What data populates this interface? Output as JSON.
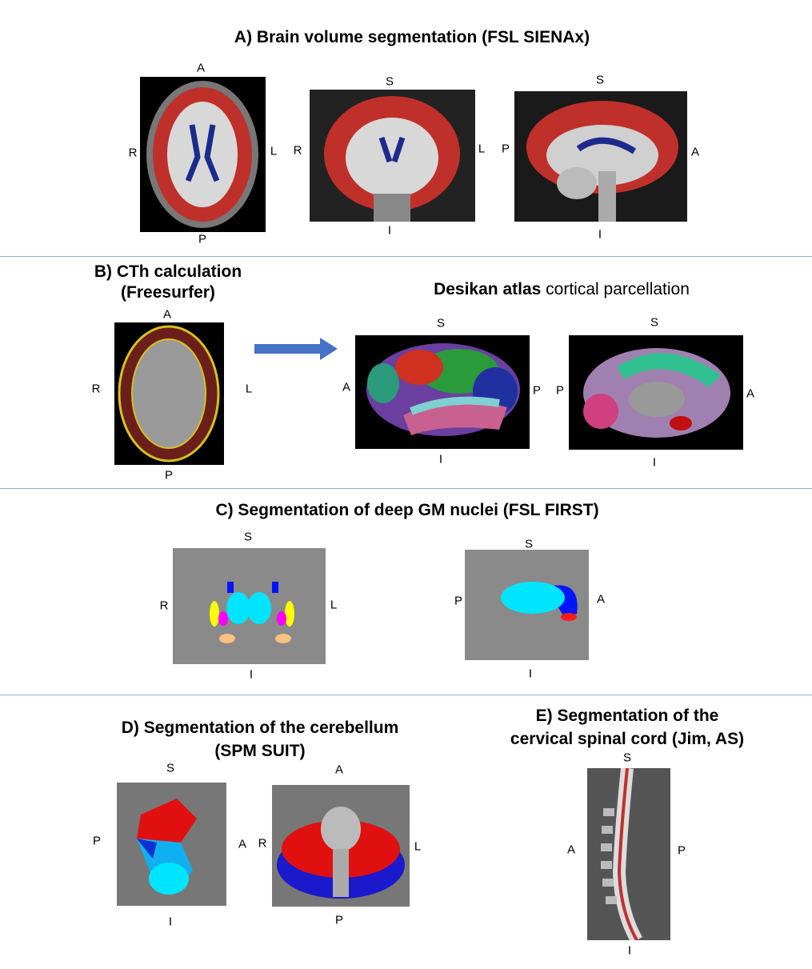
{
  "sections": {
    "a": {
      "title": "A) Brain volume segmentation (FSL SIENAx)",
      "axial": {
        "top": "A",
        "left": "R",
        "right": "L",
        "bottom": "P"
      },
      "coronal": {
        "top": "S",
        "left": "R",
        "right": "L",
        "bottom": "I"
      },
      "sagittal": {
        "top": "S",
        "left": "P",
        "right": "A",
        "bottom": "I"
      }
    },
    "b": {
      "title_line1": "B) CTh calculation",
      "title_line2": "(Freesurfer)",
      "axial": {
        "top": "A",
        "left": "R",
        "right": "L",
        "bottom": "P"
      },
      "atlas_title_bold": "Desikan atlas",
      "atlas_title_rest": " cortical parcellation",
      "lateral": {
        "top": "S",
        "left": "A",
        "right": "P",
        "bottom": "I"
      },
      "medial": {
        "top": "S",
        "left": "P",
        "right": "A",
        "bottom": "I"
      }
    },
    "c": {
      "title": "C) Segmentation of deep GM nuclei (FSL FIRST)",
      "coronal": {
        "top": "S",
        "left": "R",
        "right": "L",
        "bottom": "I"
      },
      "sagittal": {
        "top": "S",
        "left": "P",
        "right": "A",
        "bottom": "I"
      }
    },
    "d": {
      "title_line1": "D) Segmentation of the cerebellum",
      "title_line2": "(SPM SUIT)",
      "sagittal": {
        "top": "S",
        "left": "P",
        "right": "A",
        "bottom": "I"
      },
      "axial": {
        "top": "A",
        "left": "R",
        "right": "L",
        "bottom": "P"
      }
    },
    "e": {
      "title_line1": "E) Segmentation of the",
      "title_line2": "cervical spinal cord (Jim, AS)",
      "sagittal": {
        "top": "S",
        "left": "A",
        "right": "P",
        "bottom": "I"
      }
    }
  },
  "colors": {
    "separator": "#8eaadb",
    "arrow": "#4472c4",
    "gm": "#c0302a",
    "csf": "#1c2a8c"
  }
}
